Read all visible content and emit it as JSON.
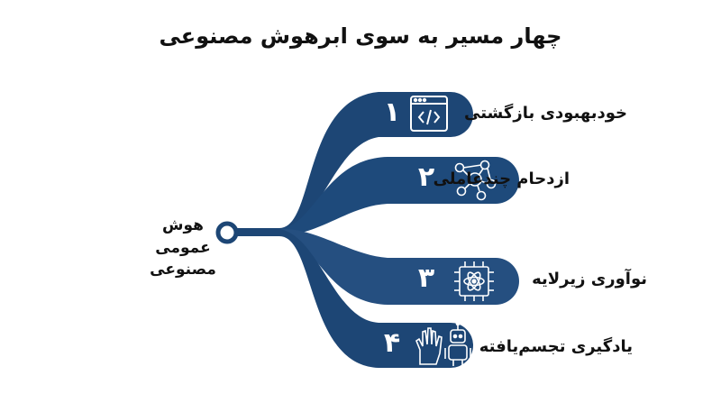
{
  "title": "چهار مسیر به سوی ابرهوش مصنوعی",
  "root": {
    "label_line1": "هوش عمومی",
    "label_line2": "مصنوعی"
  },
  "branches": [
    {
      "number": "۱",
      "label": "خودبهبودی بازگشتی",
      "icon": "code-window-icon"
    },
    {
      "number": "۲",
      "label": "ازدحام چندعاملی",
      "icon": "network-agents-icon"
    },
    {
      "number": "۳",
      "label": "نوآوری زیرلایه",
      "icon": "chip-atom-icon"
    },
    {
      "number": "۴",
      "label": "یادگیری تجسم‌یافته",
      "icon": "hand-robot-icon"
    }
  ],
  "colors": {
    "bar": "#1d4675",
    "bar_light": "#284f80",
    "text": "#111111",
    "icon": "#ffffff"
  }
}
